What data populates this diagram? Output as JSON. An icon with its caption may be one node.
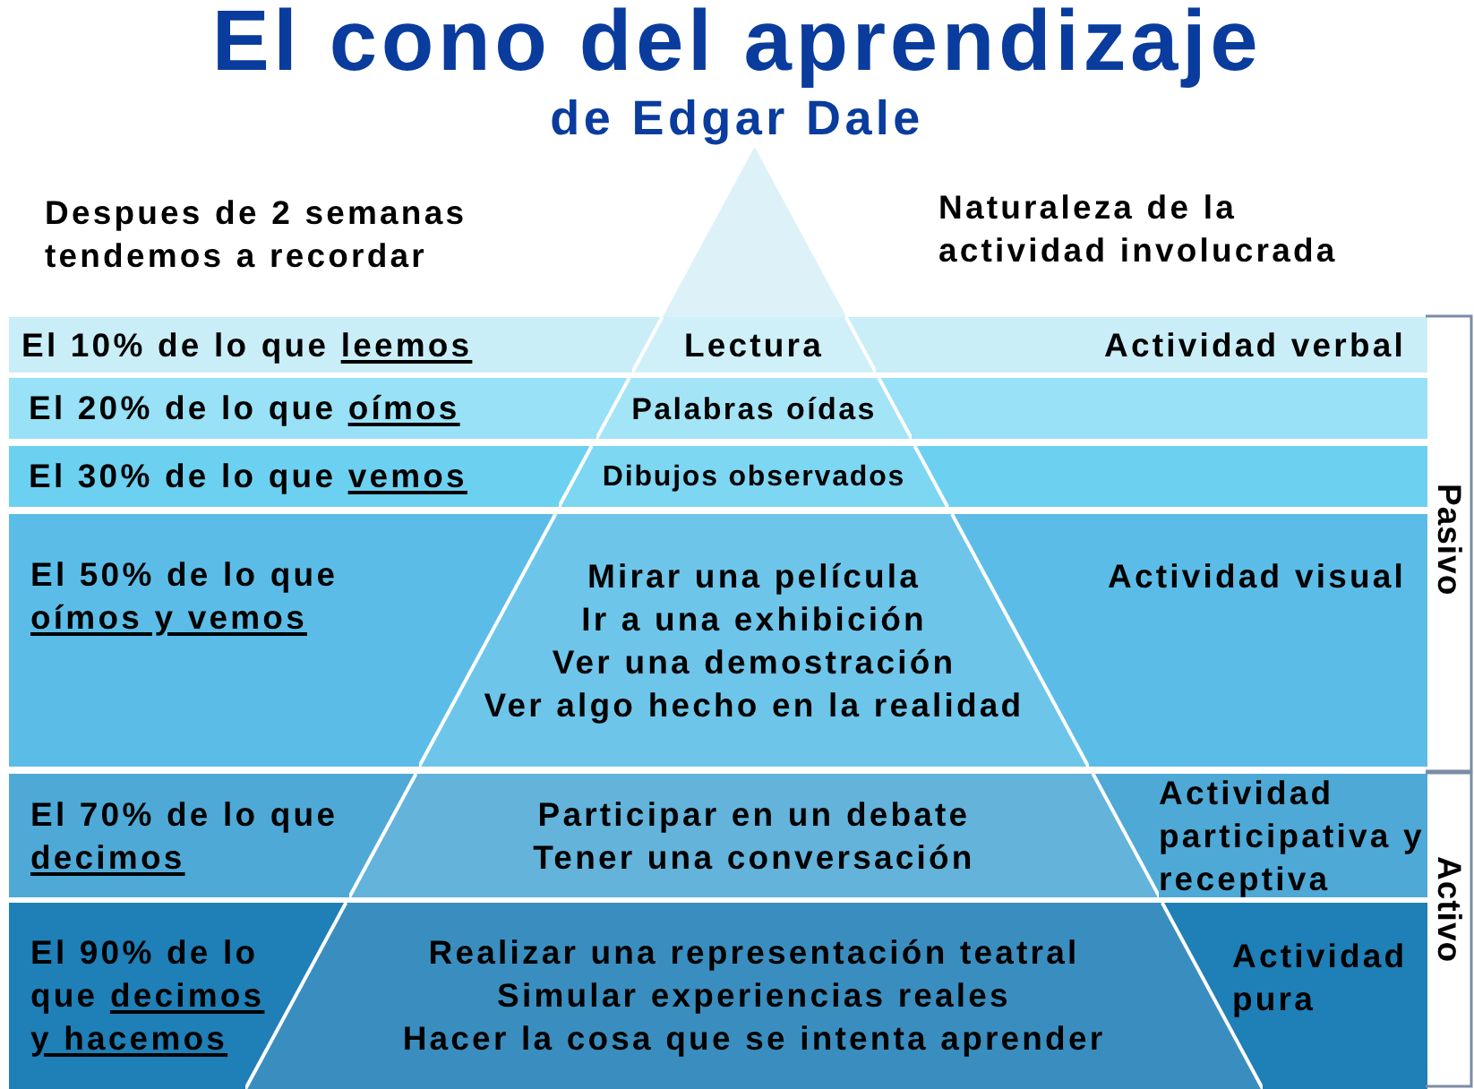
{
  "diagram": {
    "title": "El cono del aprendizaje",
    "nodes": [
      {
        "text": [],
        "shape": "triangle"
      },
      {
        "text": [
          "El 10% de lo que leemos",
          "Actividad verbal"
        ]
      },
      {
        "text": [
          "Lectura"
        ],
        "in": 1
      },
      {
        "text": [
          "El 20% de lo que oímos"
        ]
      },
      {
        "text": [
          "Palabras oídas"
        ],
        "in": 3
      },
      {
        "text": [
          "El 30% de lo que vemos"
        ]
      },
      {
        "text": [
          "Dibujos observados"
        ],
        "in": 5
      },
      {
        "text": [
          "El 50% de lo que oímos y vemos",
          "Actividad visual"
        ]
      },
      {
        "text": [
          "Mirar una película",
          "Ir a una exhibición",
          "Ver una demostración",
          "Ver algo hecho en la realidad"
        ],
        "in": 7
      },
      {
        "text": [
          "El 70% de lo que decimos",
          "Actividad participativa y receptiva"
        ]
      },
      {
        "text": [
          "Participar en un debate",
          "Tener una conversación"
        ],
        "in": 9
      },
      {
        "text": [
          "El 90% de lo que decimos y hacemos",
          "Actividad pura"
        ]
      },
      {
        "text": [
          "Realizar una representación teatral",
          "Simular experiencias reales",
          "Hacer la cosa que se intenta aprender"
        ],
        "in": 11
      }
    ],
    "labels": [
      "de Edgar Dale",
      "Despues de 2 semanas tendemos a recordar",
      "Naturaleza de la actividad involucrada",
      "Pasivo",
      "Activo"
    ]
  }
}
